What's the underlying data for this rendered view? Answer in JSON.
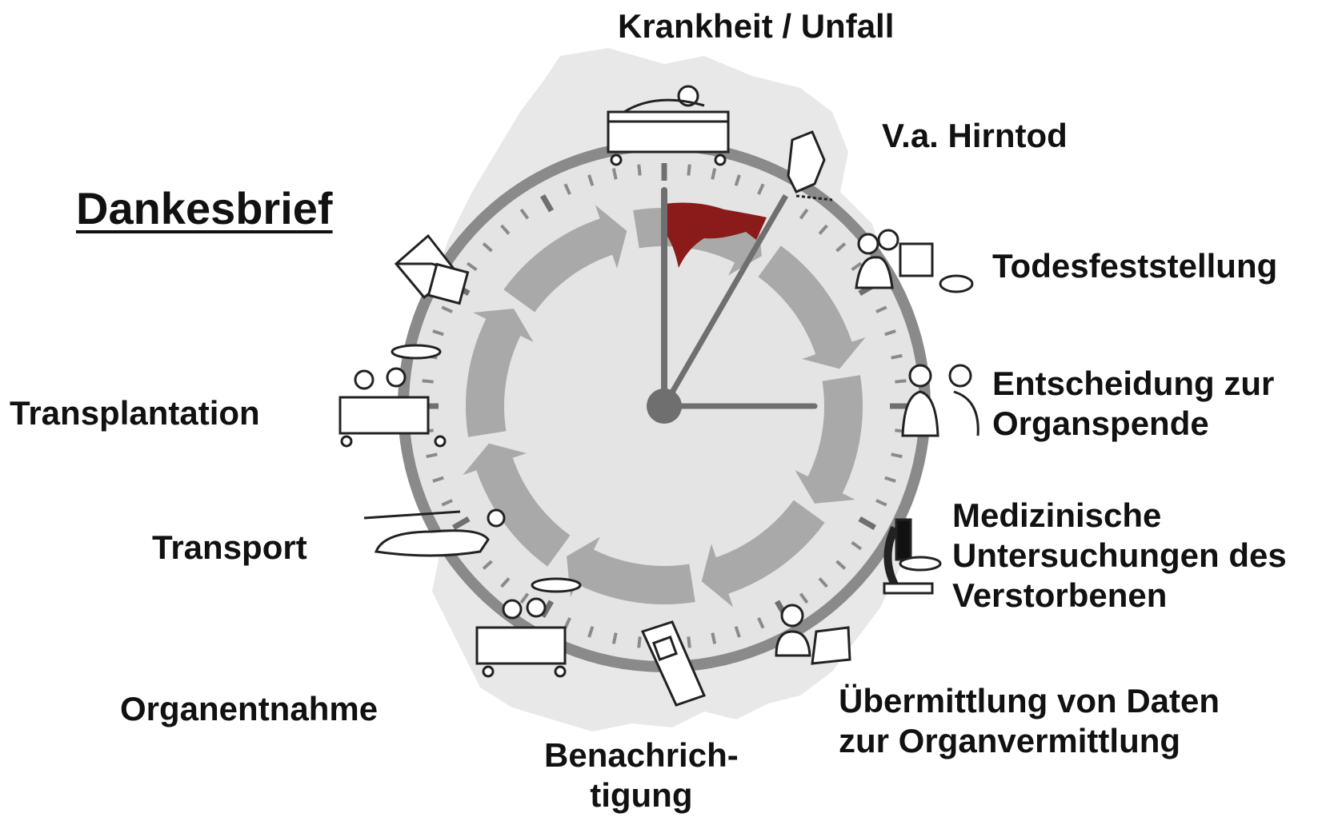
{
  "title": "Dankesbrief",
  "steps": [
    {
      "lines": [
        "Krankheit / Unfall"
      ],
      "icon": "hospital-bed-patient-icon"
    },
    {
      "lines": [
        "V.a. Hirntod"
      ],
      "icon": "medical-monitor-icon"
    },
    {
      "lines": [
        "Todesfeststellung"
      ],
      "icon": "doctors-examining-icon"
    },
    {
      "lines": [
        "Entscheidung zur",
        "Organspende"
      ],
      "icon": "doctor-family-conversation-icon"
    },
    {
      "lines": [
        "Medizinische",
        "Untersuchungen des",
        "Verstorbenen"
      ],
      "icon": "microscope-icon"
    },
    {
      "lines": [
        "Übermittlung von Daten",
        "zur Organvermittlung"
      ],
      "icon": "laptop-user-icon"
    },
    {
      "lines": [
        "Benachrich-",
        "tigung"
      ],
      "icon": "mobile-phone-icon"
    },
    {
      "lines": [
        "Organentnahme"
      ],
      "icon": "surgery-team-icon"
    },
    {
      "lines": [
        "Transport"
      ],
      "icon": "helicopter-icon"
    },
    {
      "lines": [
        "Transplantation"
      ],
      "icon": "surgery-team-icon"
    }
  ],
  "title_icon": "envelope-icon",
  "colors": {
    "clock_face": "#e3e3e3",
    "clock_ring": "#8a8a8a",
    "arrows": "#a9a9a9",
    "hands": "#6f6f6f",
    "flag": "#8b1a1a",
    "map": "#d8d8d8"
  }
}
